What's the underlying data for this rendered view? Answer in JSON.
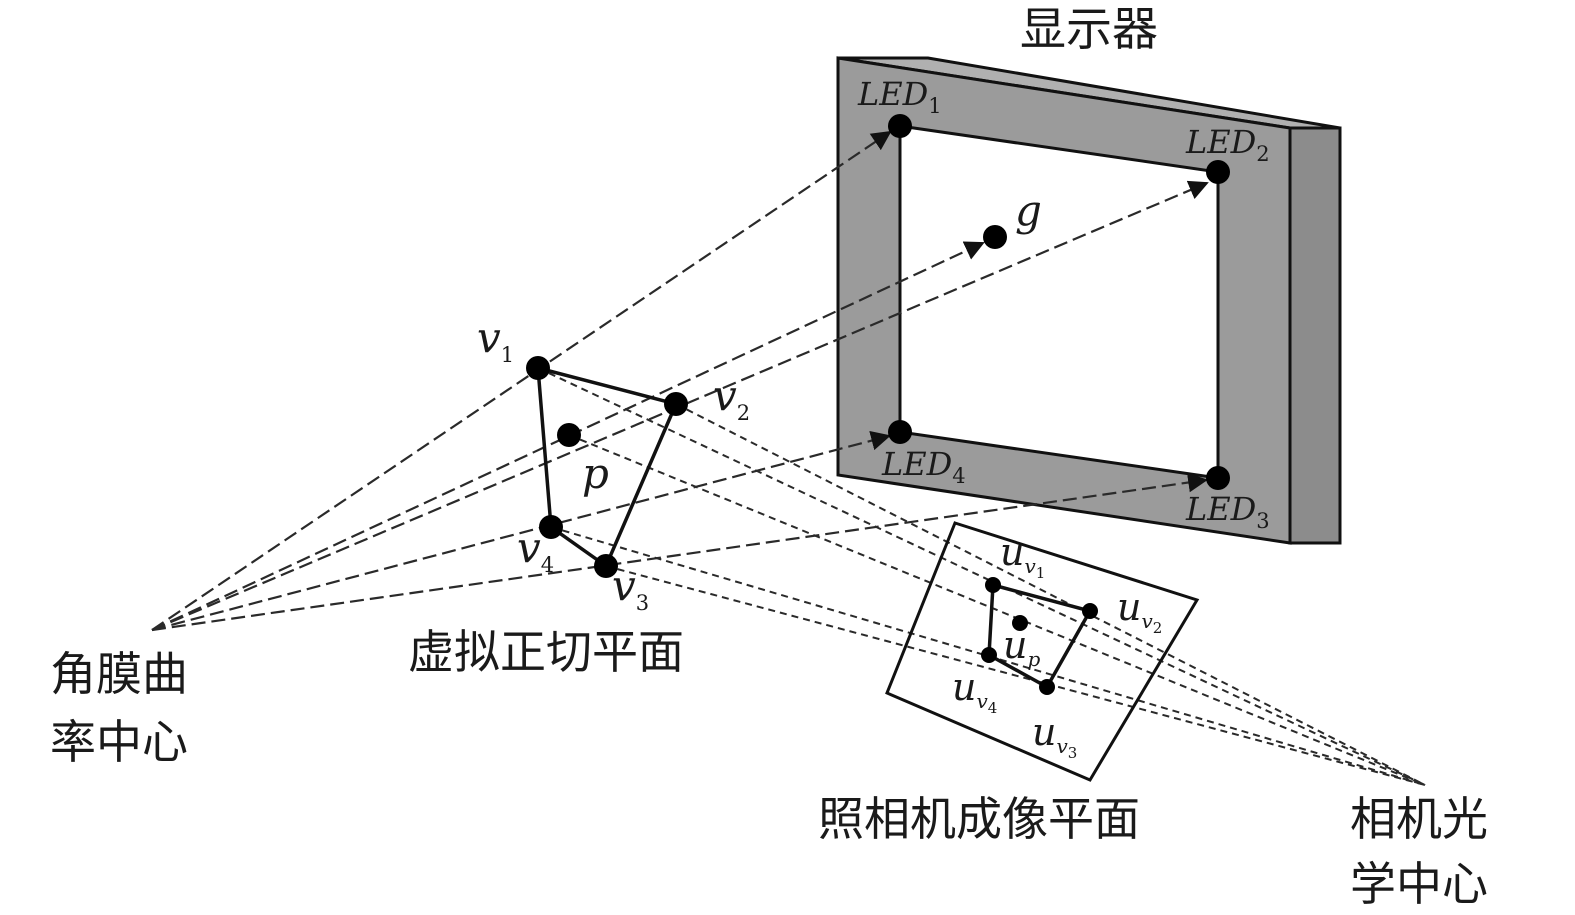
{
  "labels": {
    "display": "显示器",
    "cornea_line1": "角膜曲",
    "cornea_line2": "率中心",
    "virtual_plane": "虚拟正切平面",
    "camera_plane": "照相机成像平面",
    "camera_center_line1": "相机光",
    "camera_center_line2": "学中心"
  },
  "leds": [
    {
      "name": "LED",
      "sub": "1"
    },
    {
      "name": "LED",
      "sub": "2"
    },
    {
      "name": "LED",
      "sub": "3"
    },
    {
      "name": "LED",
      "sub": "4"
    }
  ],
  "gaze": {
    "name": "g"
  },
  "virtual_points": [
    {
      "name": "v",
      "sub": "1"
    },
    {
      "name": "v",
      "sub": "2"
    },
    {
      "name": "v",
      "sub": "3"
    },
    {
      "name": "v",
      "sub": "4"
    }
  ],
  "pupil": {
    "name": "p"
  },
  "image_points": [
    {
      "name": "u",
      "sub": "v",
      "subsub": "1"
    },
    {
      "name": "u",
      "sub": "v",
      "subsub": "2"
    },
    {
      "name": "u",
      "sub": "v",
      "subsub": "3"
    },
    {
      "name": "u",
      "sub": "v",
      "subsub": "4"
    }
  ],
  "image_pupil": {
    "name": "u",
    "sub": "p"
  },
  "colors": {
    "frame_fill": "#9b9b9b",
    "frame_side": "#8a8a8a",
    "ink": "#111111"
  }
}
